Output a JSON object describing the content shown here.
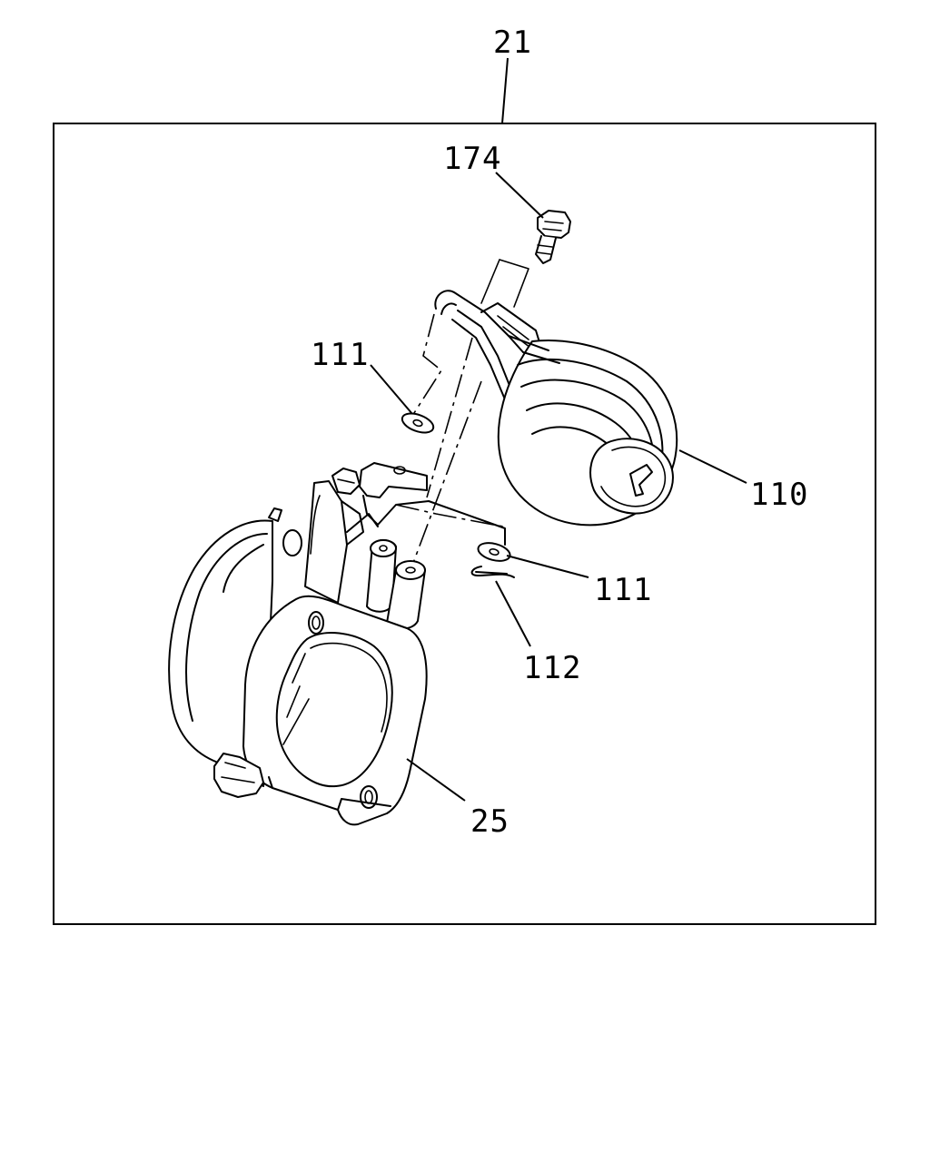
{
  "diagram": {
    "assembly_label": "21",
    "parts": [
      {
        "id": "174",
        "label": "174"
      },
      {
        "id": "111a",
        "label": "111"
      },
      {
        "id": "110",
        "label": "110"
      },
      {
        "id": "111b",
        "label": "111"
      },
      {
        "id": "112",
        "label": "112"
      },
      {
        "id": "25",
        "label": "25"
      }
    ]
  }
}
